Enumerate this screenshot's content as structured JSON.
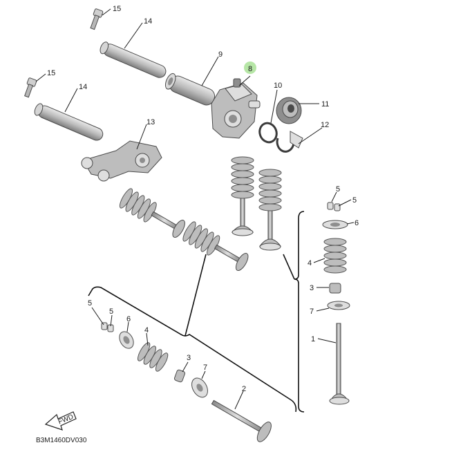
{
  "diagram": {
    "drawing_code": "B3M1460DV030",
    "highlight_color": "#b6e6a6",
    "callouts": {
      "c15a": "15",
      "c14a": "14",
      "c9": "9",
      "c8": "8",
      "c15b": "15",
      "c14b": "14",
      "c10": "10",
      "c11": "11",
      "c12": "12",
      "c13": "13",
      "r5a": "5",
      "r5b": "5",
      "r6": "6",
      "r4": "4",
      "r3": "3",
      "r7": "7",
      "r1": "1",
      "l5a": "5",
      "l5b": "5",
      "l6": "6",
      "l4": "4",
      "l3": "3",
      "l7": "7",
      "l2": "2"
    },
    "direction_arrow": "FWD"
  }
}
